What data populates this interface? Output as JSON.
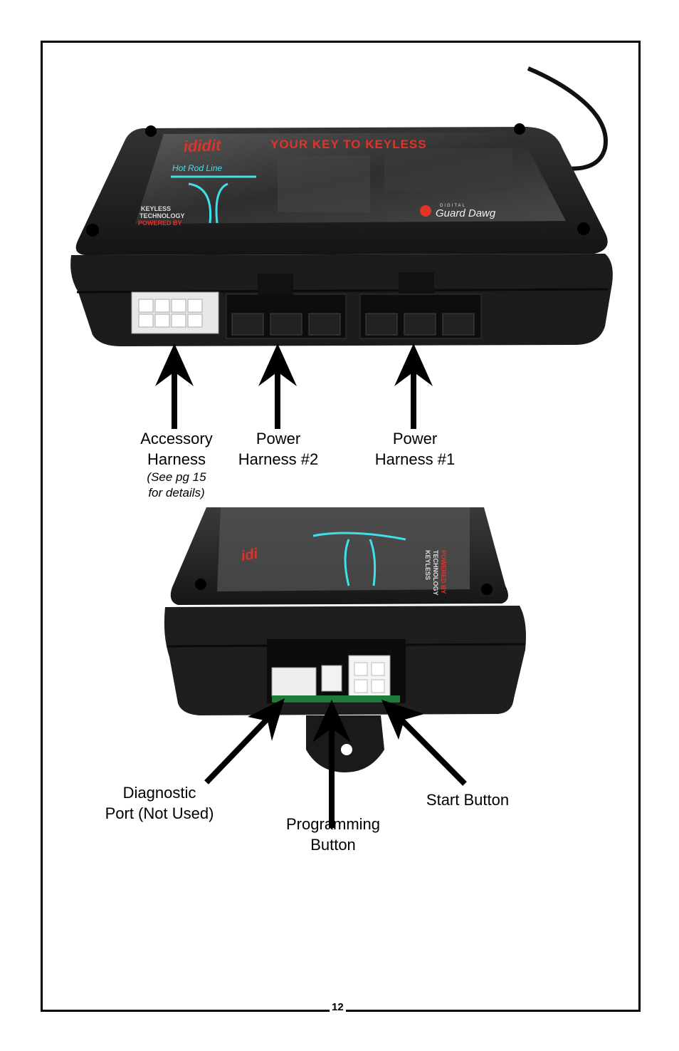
{
  "top_photo": {
    "brand_logo": "ididit",
    "slogan": "YOUR KEY TO KEYLESS",
    "sub_logo": "Hot Rod Line",
    "tech_line1": "KEYLESS",
    "tech_line2": "TECHNOLOGY",
    "tech_line3": "POWERED BY",
    "maker_small": "DIGITAL",
    "maker": "Guard Dawg"
  },
  "bottom_photo": {
    "tech_line1": "KEYLESS",
    "tech_line2": "TECHNOLOGY",
    "tech_line3": "POWERED BY"
  },
  "labels": {
    "accessory_line1": "Accessory",
    "accessory_line2": "Harness",
    "accessory_note1": "(See pg 15",
    "accessory_note2": "for details)",
    "power2_line1": "Power",
    "power2_line2": "Harness #2",
    "power1_line1": "Power",
    "power1_line2": "Harness #1",
    "diagnostic_line1": "Diagnostic",
    "diagnostic_line2": "Port (Not Used)",
    "programming_line1": "Programming",
    "programming_line2": "Button",
    "start": "Start Button"
  },
  "page_number": "12",
  "colors": {
    "accent_red": "#e0332a",
    "neon_cyan": "#40e0e8",
    "housing": "#1b1b1b"
  }
}
